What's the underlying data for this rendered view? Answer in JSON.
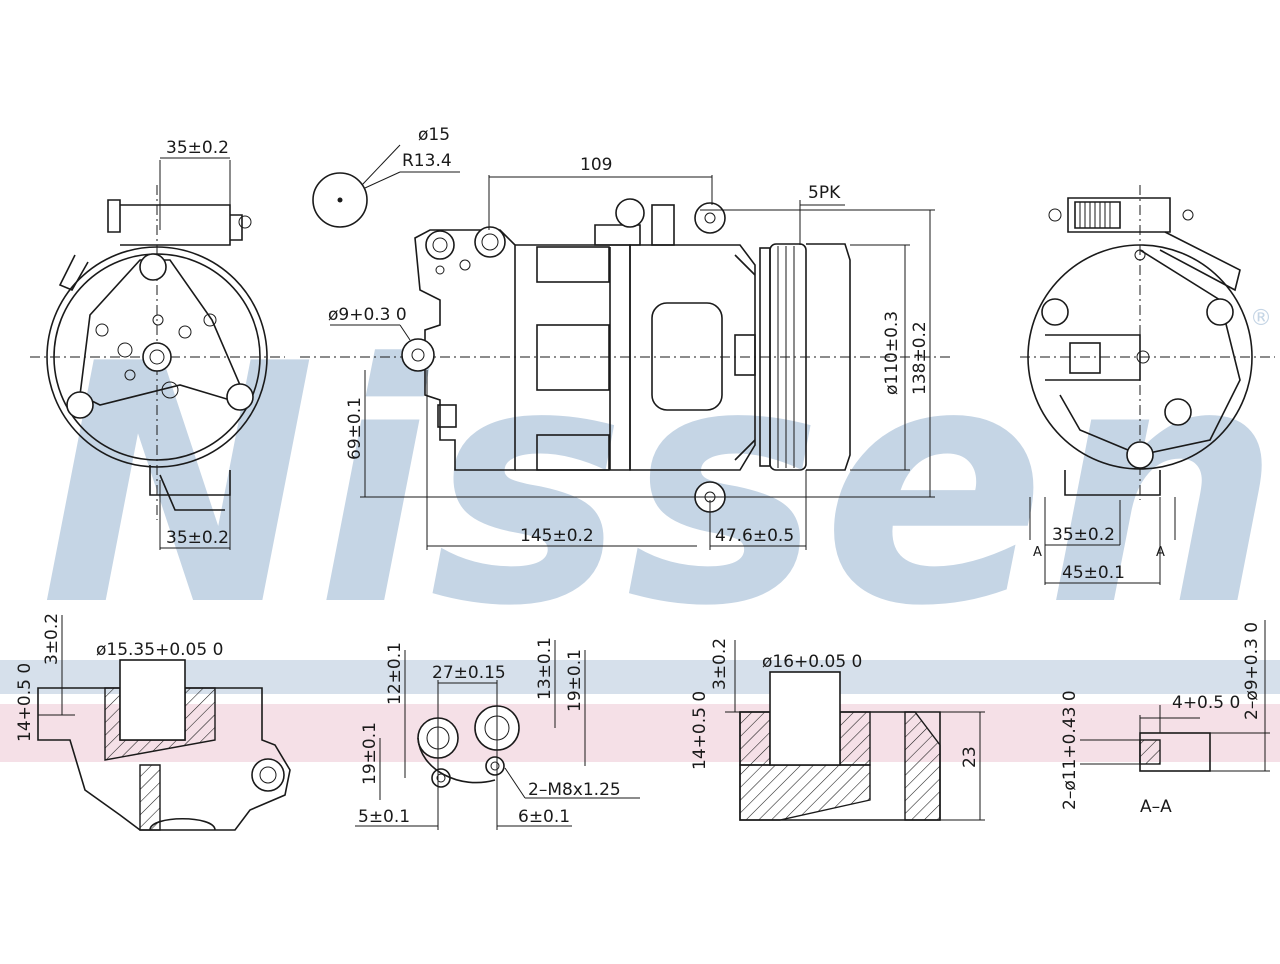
{
  "watermark": {
    "text": "Nissens",
    "registered_mark": "®",
    "color": "#c5d5e5"
  },
  "bands": {
    "blue": "#cfdbe8",
    "pink": "#f3dbe3"
  },
  "dimensions": {
    "top_left_width": "35±0.2",
    "bottom_left_width": "35±0.2",
    "fitting_diameter": "ø15",
    "fitting_radius": "R13.4",
    "body_length": "109",
    "pulley_type": "5PK",
    "bolt_hole": "ø9+0.3 0",
    "pulley_diameter": "ø110±0.3",
    "overall_height": "138±0.2",
    "mount_height": "69±0.1",
    "mount_span": "145±0.2",
    "pulley_offset": "47.6±0.5",
    "right_width_a": "35±0.2",
    "right_width_b": "45±0.1",
    "section_mark_left": "A",
    "section_mark_right": "A"
  },
  "details": {
    "d1": {
      "depth_top": "3±0.2",
      "bore": "ø15.35+0.05 0",
      "height": "14+0.5 0"
    },
    "d2": {
      "spacing": "27±0.15",
      "h12": "12±0.1",
      "h13": "13±0.1",
      "h19": "19±0.1",
      "h19b": "19±0.1",
      "thread": "2–M8x1.25",
      "left_off": "5±0.1",
      "right_off": "6±0.1"
    },
    "d3": {
      "depth_top": "3±0.2",
      "bore": "ø16+0.05 0",
      "height": "14+0.5 0",
      "total": "23"
    },
    "d4": {
      "hole": "2–ø9+0.3 0",
      "offset": "4+0.5 0",
      "pin": "2–ø11+0.43 0",
      "section_label": "A–A"
    }
  }
}
